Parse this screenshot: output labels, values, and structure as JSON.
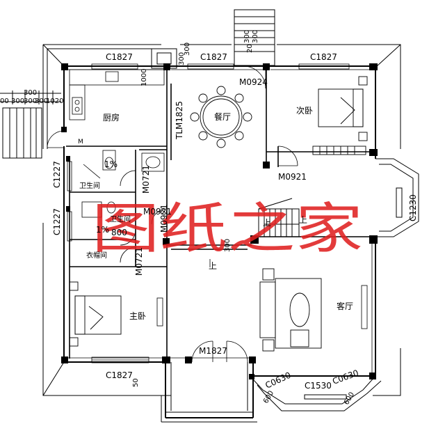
{
  "window_labels": {
    "kitchen_top": "C1827",
    "dining_top": "C1827",
    "bedroom2_top": "C1827",
    "master_bottom": "C1827",
    "bay_side": "C1230",
    "bay_left": "C0630",
    "bay_right": "C0630",
    "bay_front": "C1530",
    "wc1_side": "C1227",
    "wc2_side": "C1227"
  },
  "door_labels": {
    "dining_side": "M0924",
    "bedroom2": "M0921",
    "wc_small": "M0721",
    "wc_small_b": "M0921",
    "closet": "M0721",
    "wc_shared": "M0921",
    "front_door": "M1827",
    "slide_door": "TLM1825"
  },
  "room_labels": {
    "kitchen": "厨房",
    "dining": "餐厅",
    "bedroom2": "次卧",
    "bathroom1": "卫生间",
    "bathroom2": "卫生间",
    "closet": "衣帽间",
    "master": "主卧",
    "living": "客厅"
  },
  "dimensions": {
    "d300": "300",
    "d300b": "300",
    "d00": "00",
    "d300c": "300",
    "d300d": "300",
    "d1020": "1020",
    "d1000": "1000",
    "d600a": "600",
    "d600b": "600",
    "d800": "800",
    "d300e": "300",
    "d300f": "300",
    "d50": "50",
    "d20": "20",
    "d300g": "300",
    "d300h": "300",
    "d300i": "300"
  },
  "slopes": {
    "s1": "1%",
    "s2": "1%"
  },
  "up_marks": {
    "stair_up": "上",
    "stair_up2": "上",
    "step_up": "上"
  },
  "watermark": "图纸之家",
  "marks": {
    "m": "M"
  }
}
